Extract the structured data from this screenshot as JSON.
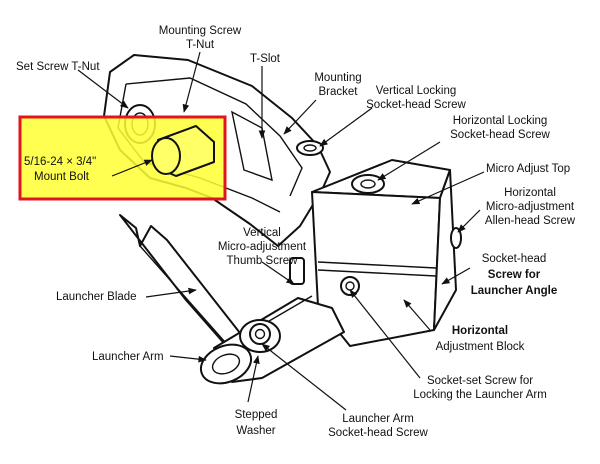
{
  "labels": {
    "mounting_screw_tnut": [
      "Mounting Screw",
      "T-Nut"
    ],
    "set_screw_tnut": [
      "Set Screw T-Nut"
    ],
    "t_slot": [
      "T-Slot"
    ],
    "mounting_bracket": [
      "Mounting",
      "Bracket"
    ],
    "vertical_locking": [
      "Vertical Locking",
      "Socket-head Screw"
    ],
    "horizontal_locking": [
      "Horizontal Locking",
      "Socket-head Screw"
    ],
    "mount_bolt": [
      "5/16-24 × 3/4\"",
      "Mount Bolt"
    ],
    "micro_adjust_top": [
      "Micro Adjust Top"
    ],
    "horizontal_micro": [
      "Horizontal",
      "Micro-adjustment",
      "Allen-head Screw"
    ],
    "vertical_micro": [
      "Vertical",
      "Micro-adjustment",
      "Thumb Screw"
    ],
    "socket_head_angle": [
      "Socket-head",
      "Screw for",
      "Launcher Angle"
    ],
    "launcher_blade": [
      "Launcher Blade"
    ],
    "horizontal_block": [
      "Horizontal",
      "Adjustment Block"
    ],
    "launcher_arm": [
      "Launcher Arm"
    ],
    "socket_set_screw": [
      "Socket-set Screw for",
      "Locking the Launcher Arm"
    ],
    "stepped_washer": [
      "Stepped",
      "Washer"
    ],
    "launcher_arm_screw": [
      "Launcher Arm",
      "Socket-head Screw"
    ]
  },
  "colors": {
    "highlight_fill": "#ffff33",
    "highlight_border": "#e0161e",
    "ink": "#111111",
    "background": "#ffffff"
  }
}
